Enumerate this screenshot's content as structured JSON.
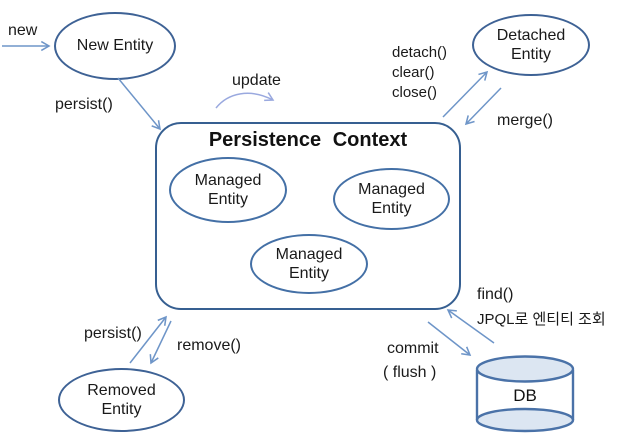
{
  "diagram": {
    "title": "Persistence Context",
    "nodes": {
      "new_entity": "New Entity",
      "detached_entity": "Detached Entity",
      "managed_1": "Managed Entity",
      "managed_2": "Managed Entity",
      "managed_3": "Managed Entity",
      "removed_entity": "Removed Entity",
      "db": "DB"
    },
    "labels": {
      "new": "new",
      "persist_top": "persist()",
      "update": "update",
      "detach": "detach()",
      "clear": "clear()",
      "close": "close()",
      "merge": "merge()",
      "persist_bottom": "persist()",
      "remove": "remove()",
      "find": "find()",
      "jpql": "JPQL로 엔티티 조회",
      "commit": "commit",
      "flush": "( flush )"
    },
    "colors": {
      "node_border": "#3E6295",
      "box_border": "#365F91",
      "arrow": "#6E95C8",
      "update_arrow": "#9AA9DF",
      "cylinder_fill": "#DCE6F2",
      "cylinder_border": "#4A72A8",
      "text": "#1A1A1A"
    }
  }
}
